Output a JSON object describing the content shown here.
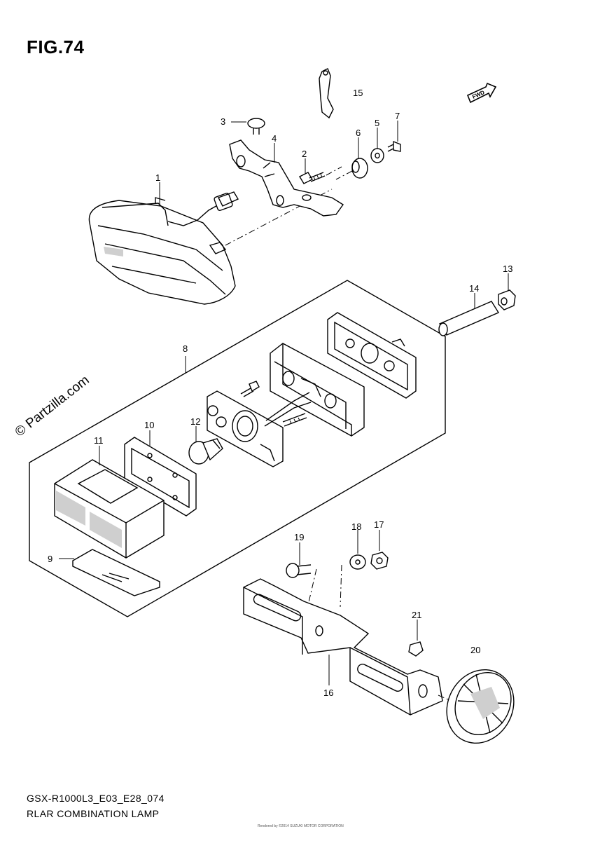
{
  "figure": {
    "title": "FIG.74",
    "watermark": "© Partzilla.com",
    "model_code": "GSX-R1000L3_E03_E28_074",
    "caption": "RLAR COMBINATION LAMP",
    "fwd_label": "FWD",
    "footer_small": "Rendered by ©2014 SUZUKI MOTOR CORPORATION"
  },
  "parts": [
    {
      "ref": "1"
    },
    {
      "ref": "2"
    },
    {
      "ref": "3"
    },
    {
      "ref": "4"
    },
    {
      "ref": "5"
    },
    {
      "ref": "6"
    },
    {
      "ref": "7"
    },
    {
      "ref": "8"
    },
    {
      "ref": "9"
    },
    {
      "ref": "10"
    },
    {
      "ref": "11"
    },
    {
      "ref": "12"
    },
    {
      "ref": "13"
    },
    {
      "ref": "14"
    },
    {
      "ref": "15"
    },
    {
      "ref": "16"
    },
    {
      "ref": "17"
    },
    {
      "ref": "18"
    },
    {
      "ref": "19"
    },
    {
      "ref": "20"
    },
    {
      "ref": "21"
    }
  ]
}
